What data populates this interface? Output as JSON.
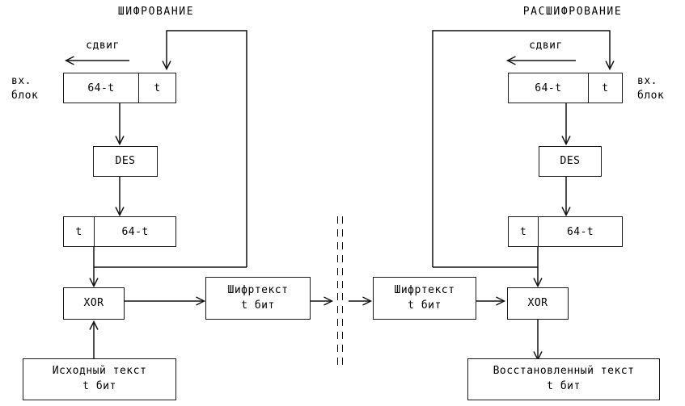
{
  "diagram": {
    "title_left": "ШИФРОВАНИЕ",
    "title_right": "РАСШИФРОВАНИЕ",
    "line_color": "#111111",
    "box_border_color": "#1a1a1a",
    "background": "#ffffff",
    "divider_glyph": "‖"
  },
  "encryption": {
    "heading": "ШИФРОВАНИЕ",
    "shift_label": "сдвиг",
    "input_block_label": "вх.\nблок",
    "register_top": {
      "left_cell": "64-t",
      "right_cell": "t"
    },
    "des_label": "DES",
    "register_bottom": {
      "left_cell": "t",
      "right_cell": "64-t"
    },
    "xor_label": "XOR",
    "ciphertext_label": "Шифртекст\nt бит",
    "plaintext_label": "Исходный текст\nt бит"
  },
  "decryption": {
    "heading": "РАСШИФРОВАНИЕ",
    "shift_label": "сдвиг",
    "input_block_label": "вх.\nблок",
    "register_top": {
      "left_cell": "64-t",
      "right_cell": "t"
    },
    "des_label": "DES",
    "register_bottom": {
      "left_cell": "t",
      "right_cell": "64-t"
    },
    "xor_label": "XOR",
    "ciphertext_label": "Шифртекст\nt бит",
    "recovered_label": "Восстановленный текст\nt бит"
  }
}
